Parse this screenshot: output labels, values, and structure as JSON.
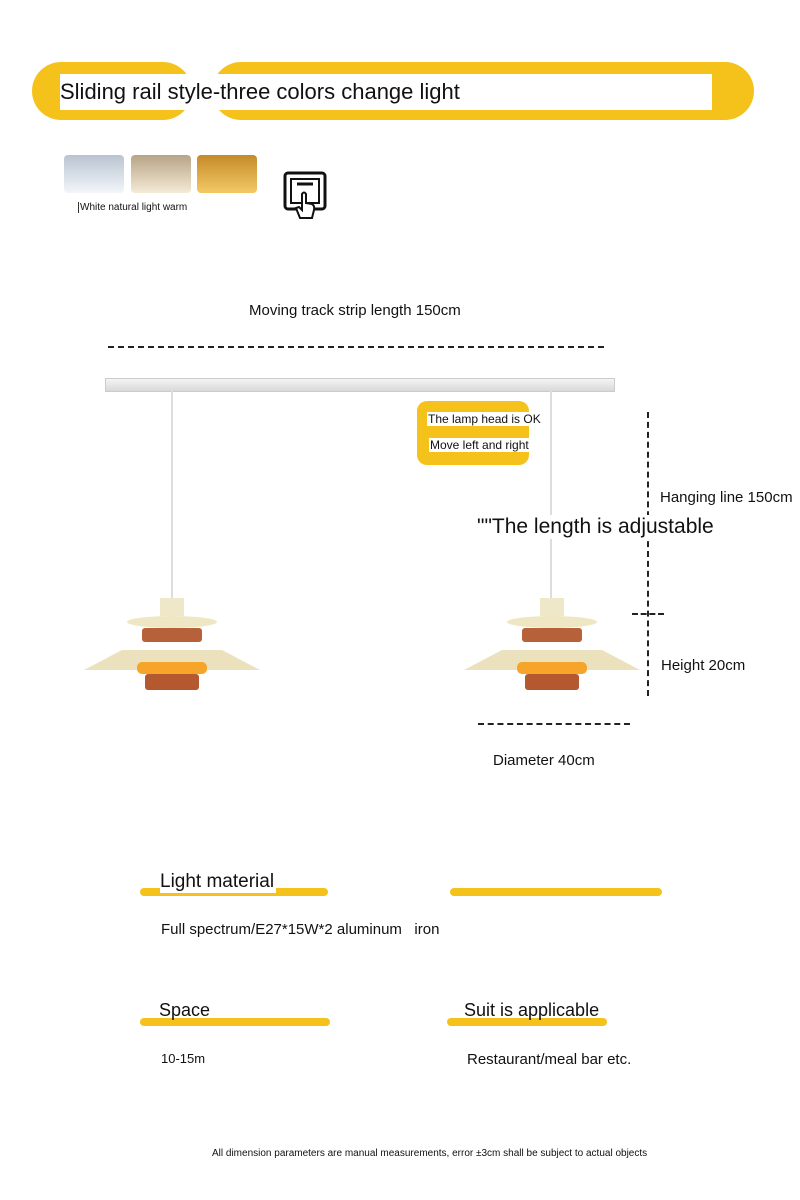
{
  "header": {
    "title": "Sliding rail style-three colors change light"
  },
  "color_modes": {
    "label": "White natural light warm",
    "swatches": [
      "#e6edf4",
      "#ead9b8",
      "#e8b44a"
    ],
    "switch_icon": "touch-switch-icon"
  },
  "diagram": {
    "track_label": "Moving track strip length 150cm",
    "callout_line1": "The lamp head is OK",
    "callout_line2": "Move left and right",
    "hanging_label": "Hanging line 150cm",
    "adjustable_label": "\"\"The length is adjustable",
    "height_label": "Height 20cm",
    "diameter_label": "Diameter 40cm"
  },
  "specs": {
    "material_heading": "Light material",
    "material_value": "Full spectrum/E27*15W*2 aluminum   iron",
    "space_heading": "Space",
    "space_value": "10-15m",
    "suit_heading": "Suit is applicable",
    "suit_value": "Restaurant/meal bar etc."
  },
  "footer": {
    "note": "All dimension parameters are manual measurements, error ±3cm shall be subject to actual objects"
  },
  "colors": {
    "accent": "#f5c21b"
  }
}
